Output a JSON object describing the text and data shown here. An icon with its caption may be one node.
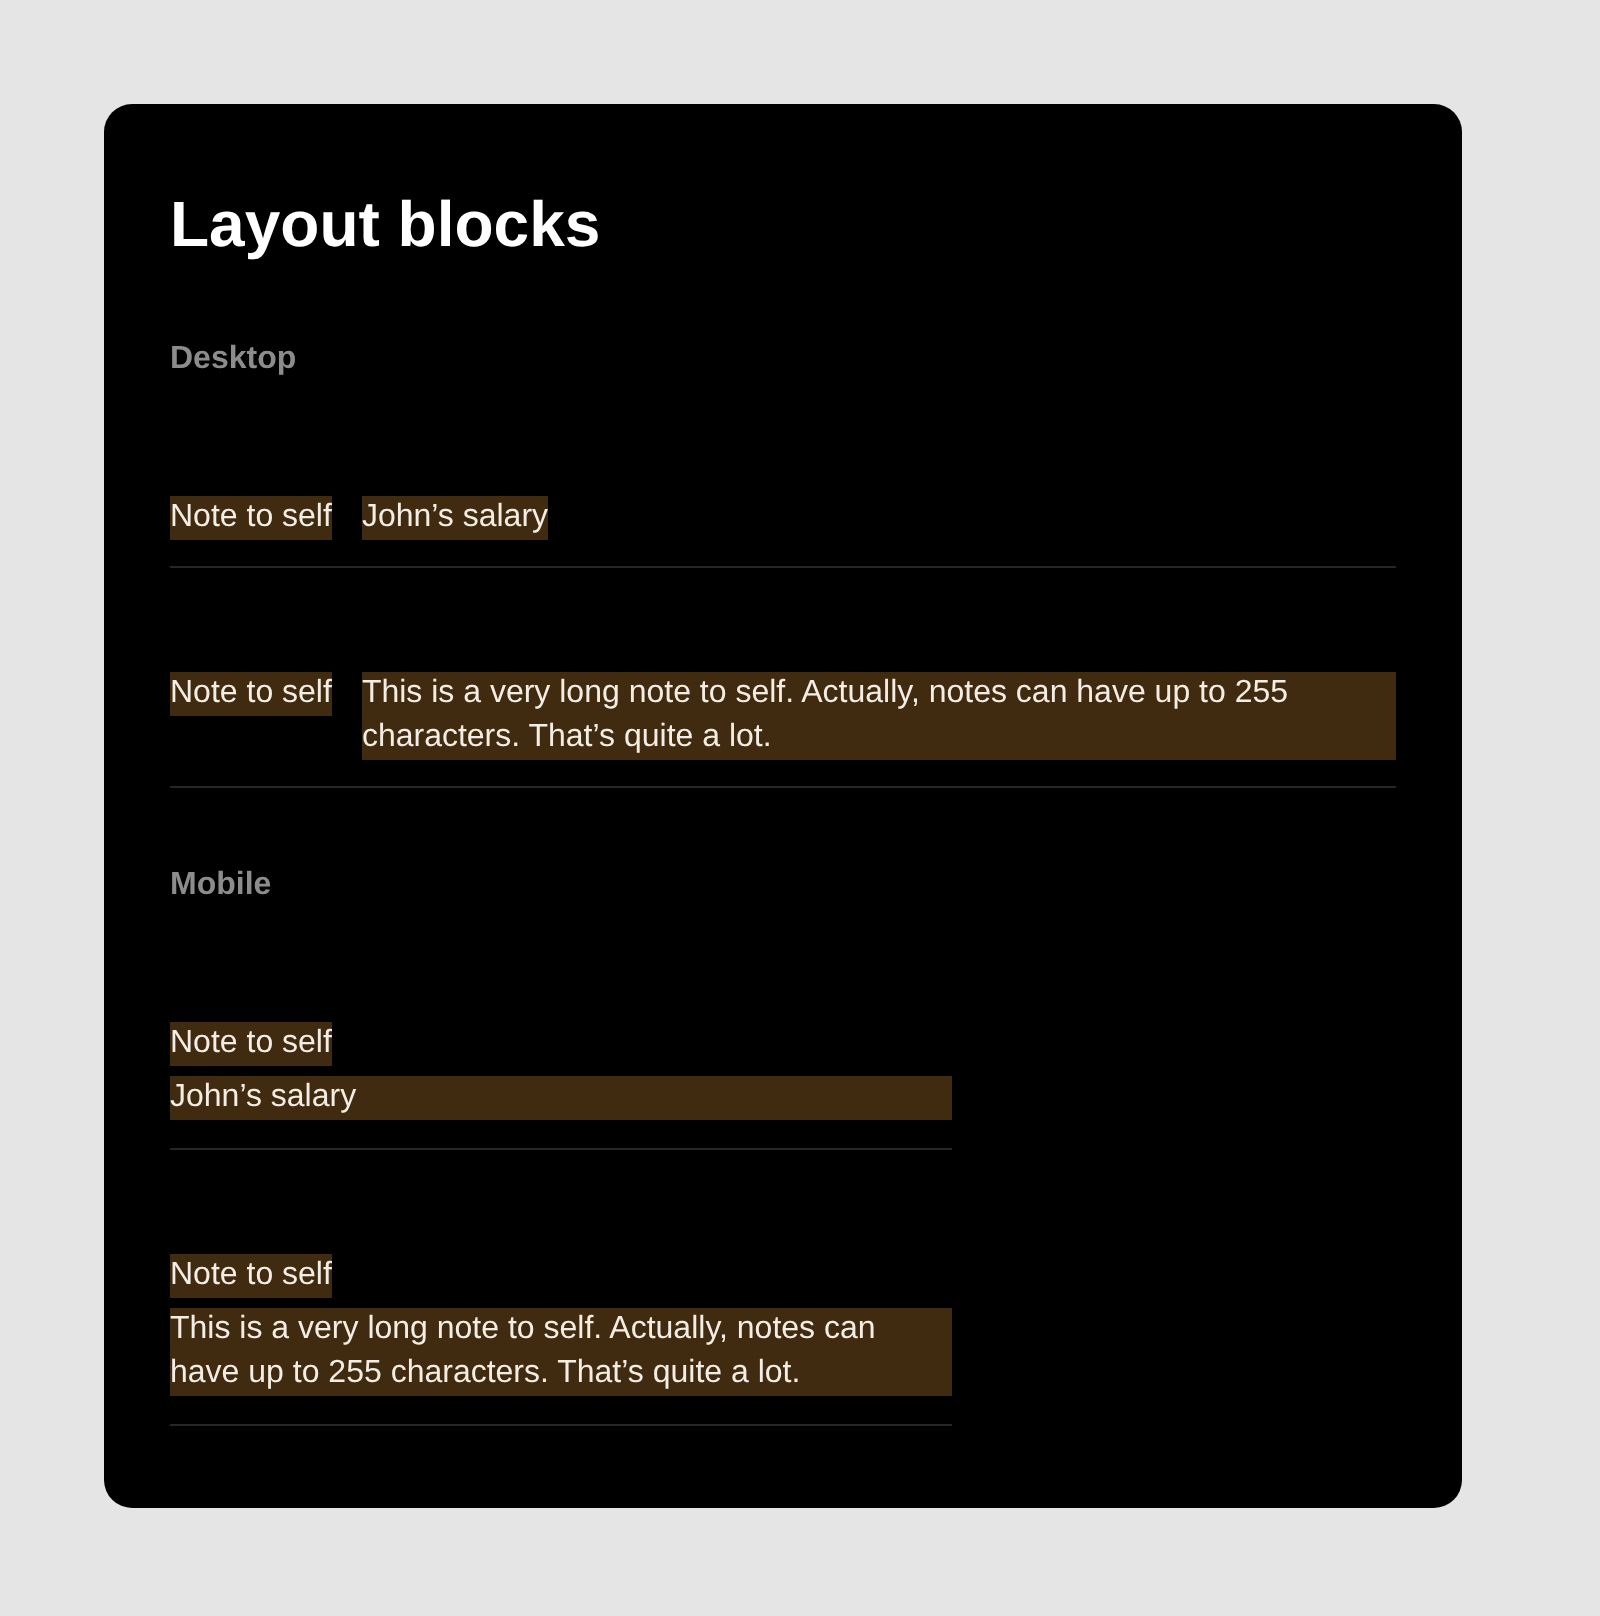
{
  "diagram": {
    "title": "Layout blocks",
    "nodes": [
      {
        "text": [
          "Note to self"
        ]
      },
      {
        "text": [
          "John’s salary"
        ]
      },
      {
        "text": [
          "Note to self"
        ]
      },
      {
        "text": [
          "This is a very long note to self. Actually, notes can have up to 255 characters. That’s quite a lot."
        ]
      },
      {
        "text": [
          "Note to self"
        ]
      },
      {
        "text": [
          "John’s salary"
        ]
      },
      {
        "text": [
          "Note to self"
        ]
      },
      {
        "text": [
          "This is a very long note to self. Actually, notes can have up to 255 characters. That’s quite a lot."
        ]
      }
    ],
    "labels": [
      "Desktop",
      "Mobile"
    ]
  }
}
